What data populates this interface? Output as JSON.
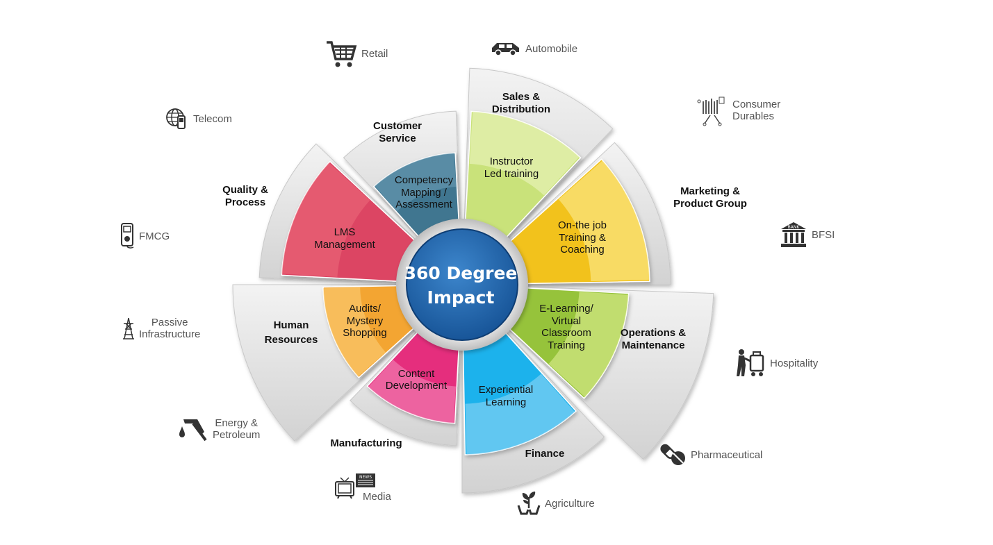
{
  "center": {
    "line1": "360 Degree",
    "line2": "Impact"
  },
  "departments": {
    "sales": [
      "Sales &",
      "Distribution"
    ],
    "marketing": [
      "Marketing &",
      "Product Group"
    ],
    "operations": [
      "Operations &",
      "Maintenance"
    ],
    "finance": [
      "Finance"
    ],
    "manufacturing": [
      "Manufacturing"
    ],
    "human_resources": [
      "Human",
      "Resources"
    ],
    "quality": [
      "Quality &",
      "Process"
    ],
    "customer_service": [
      "Customer",
      "Service"
    ]
  },
  "programs": {
    "instructor": [
      "Instructor",
      "Led training"
    ],
    "onthejob": [
      "On-the job",
      "Training &",
      "Coaching"
    ],
    "elearning": [
      "E-Learning/",
      "Virtual",
      "Classroom",
      "Training"
    ],
    "experiential": [
      "Experiential",
      "Learning"
    ],
    "content": [
      "Content",
      "Development"
    ],
    "audits": [
      "Audits/",
      "Mystery",
      "Shopping"
    ],
    "lms": [
      "LMS",
      "Management"
    ],
    "competency": [
      "Competency",
      "Mapping /",
      "Assessment"
    ]
  },
  "industries": {
    "retail": "Retail",
    "automobile": "Automobile",
    "consumer_durables": "Consumer\nDurables",
    "bfsi": "BFSI",
    "hospitality": "Hospitality",
    "pharmaceutical": "Pharmaceutical",
    "agriculture": "Agriculture",
    "media": "Media",
    "energy": "Energy &\nPetroleum",
    "passive": "Passive\nInfrastructure",
    "fmcg": "FMCG",
    "telecom": "Telecom",
    "bank_sign": "BANK",
    "news_sign": "NEWS"
  },
  "colors": {
    "instructor": [
      "#eef6c6",
      "#c9e27a"
    ],
    "onthejob": [
      "#fdf0a0",
      "#f2c21e"
    ],
    "elearning": [
      "#e6f29a",
      "#96c33a"
    ],
    "experiential": [
      "#9ad8f5",
      "#1ab2ec"
    ],
    "content": [
      "#f48fbd",
      "#e52e7d"
    ],
    "audits": [
      "#fbd27e",
      "#f3a533"
    ],
    "lms": [
      "#ec6c7b",
      "#dc4563"
    ],
    "competency": [
      "#6e9fb6",
      "#3f7690"
    ],
    "center": "#1f63ad",
    "gray_band": "#e2e2e2"
  }
}
